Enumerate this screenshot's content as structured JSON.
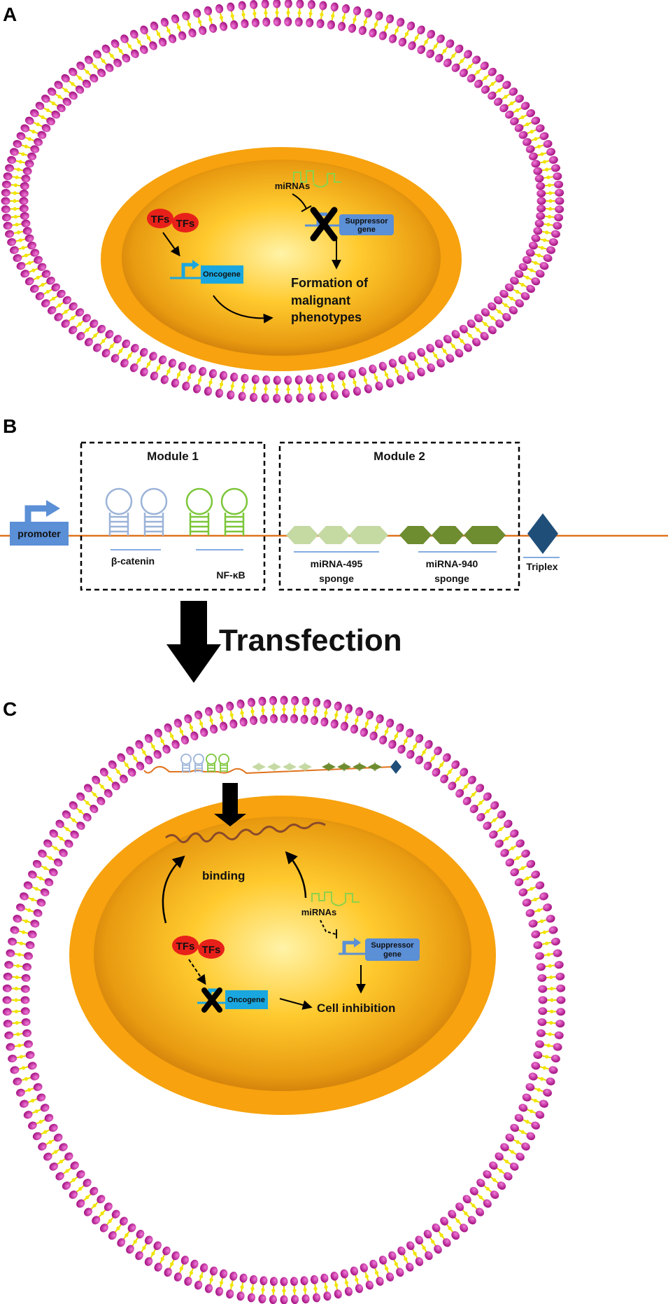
{
  "panels": {
    "a": {
      "letter": "A",
      "tfs_1": "TFs",
      "tfs_2": "TFs",
      "oncogene": "Oncogene",
      "mirnas": "miRNAs",
      "suppressor_line1": "Suppressor",
      "suppressor_line2": "gene",
      "outcome_line1": "Formation of",
      "outcome_line2": "malignant",
      "outcome_line3": "phenotypes"
    },
    "b": {
      "letter": "B",
      "module1_title": "Module 1",
      "module2_title": "Module 2",
      "promoter": "promoter",
      "beta_catenin": "β-catenin",
      "nfkb": "NF-κB",
      "mirna495_line1": "miRNA-495",
      "mirna495_line2": "sponge",
      "mirna940_line1": "miRNA-940",
      "mirna940_line2": "sponge",
      "triplex": "Triplex"
    },
    "transfection": "Transfection",
    "c": {
      "letter": "C",
      "binding": "binding",
      "mirnas": "miRNAs",
      "tfs_1": "TFs",
      "tfs_2": "TFs",
      "oncogene": "Oncogene",
      "suppressor_line1": "Suppressor",
      "suppressor_line2": "gene",
      "cell_inhibition": "Cell inhibition"
    }
  },
  "colors": {
    "lipid_head": "#c0189a",
    "lipid_tail": "#f2e600",
    "nucleus_outer": "#f7a20e",
    "nucleus_inner": "#ffc21f",
    "tf_red": "#e8201a",
    "gene_blue": "#1aa7e0",
    "suppressor_blue": "#5b8fd6",
    "mirna_green": "#8ed14a",
    "hairpin_blue": "#9bb3d8",
    "hairpin_green": "#7cc63a",
    "sponge_light": "#c5d9a3",
    "sponge_dark": "#6e8c30",
    "triplex": "#1f4e79",
    "rna_line": "#e0731c"
  }
}
